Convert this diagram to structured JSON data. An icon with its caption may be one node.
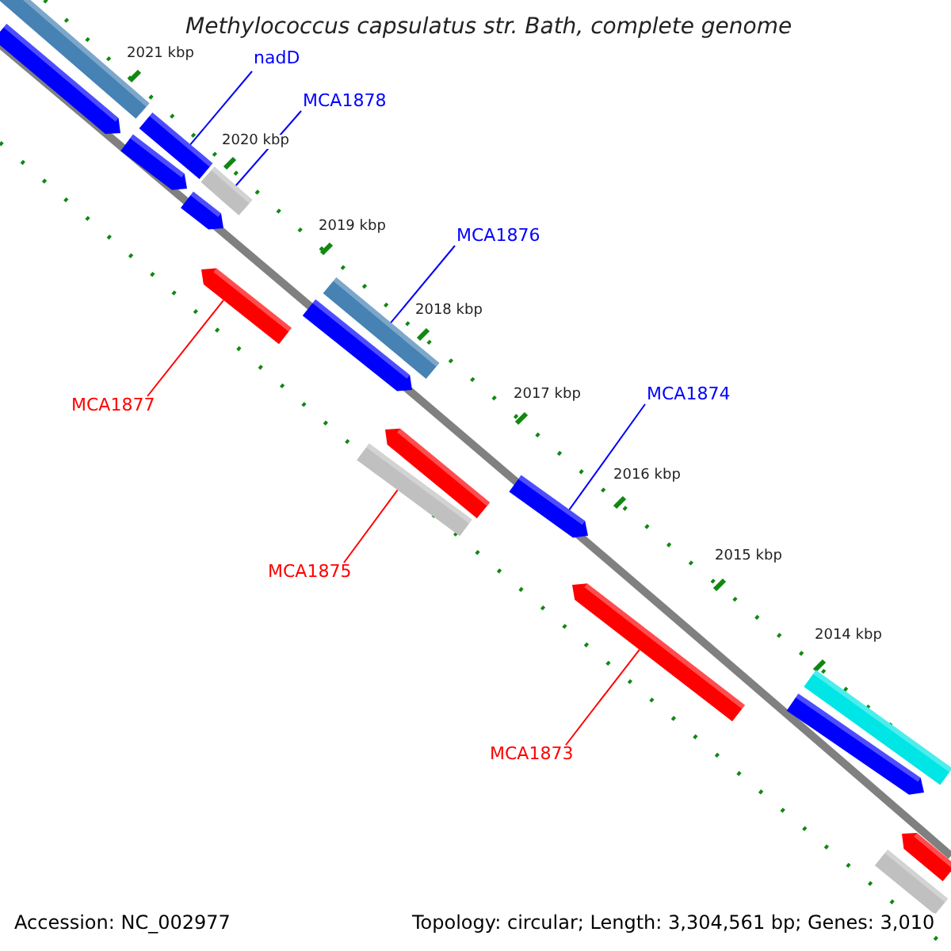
{
  "diagram": {
    "title": "Methylococcus capsulatus str. Bath, complete genome",
    "nodes": [
      {
        "text": [
          "nadD"
        ]
      },
      {
        "text": [
          "MCA1878"
        ]
      },
      {
        "text": [
          "MCA1876"
        ]
      },
      {
        "text": [
          "MCA1874"
        ]
      },
      {
        "text": [
          "MCA1877"
        ]
      },
      {
        "text": [
          "MCA1875"
        ]
      },
      {
        "text": [
          "MCA1873"
        ]
      },
      {
        "text": [],
        "shape": "bar"
      },
      {
        "text": [],
        "shape": "bar"
      },
      {
        "text": [],
        "shape": "bar"
      },
      {
        "text": [],
        "shape": "bar"
      },
      {
        "text": [],
        "shape": "bar"
      },
      {
        "text": [],
        "shape": "bar"
      },
      {
        "text": [],
        "shape": "bar"
      },
      {
        "text": [],
        "shape": "bar"
      },
      {
        "text": [],
        "shape": "bar"
      },
      {
        "text": [],
        "shape": "bar"
      },
      {
        "text": [],
        "shape": "bar"
      },
      {
        "text": [],
        "shape": "bar"
      },
      {
        "text": [],
        "shape": "bar"
      },
      {
        "text": [],
        "shape": "bar"
      },
      {
        "text": [],
        "shape": "bar"
      },
      {
        "text": [],
        "shape": "bar"
      },
      {
        "text": [],
        "shape": "bar"
      }
    ],
    "edges": [
      {
        "from": 0,
        "to": 9,
        "arrow": "none"
      },
      {
        "from": 1,
        "to": 10,
        "arrow": "none"
      },
      {
        "from": 2,
        "to": 14,
        "arrow": "none"
      },
      {
        "from": 3,
        "to": 18,
        "arrow": "none"
      },
      {
        "from": 4,
        "to": 13,
        "arrow": "none",
        "color": "#ff0000"
      },
      {
        "from": 5,
        "to": 17,
        "arrow": "none",
        "color": "#ff0000"
      },
      {
        "from": 6,
        "to": 19,
        "arrow": "none",
        "color": "#ff0000"
      }
    ],
    "labels": [
      "2021 kbp",
      "2020 kbp",
      "2019 kbp",
      "2018 kbp",
      "2017 kbp",
      "2016 kbp",
      "2015 kbp",
      "2014 kbp",
      "Accession: NC_002977",
      "Topology: circular; Length: 3,304,561 bp; Genes: 3,010"
    ]
  }
}
